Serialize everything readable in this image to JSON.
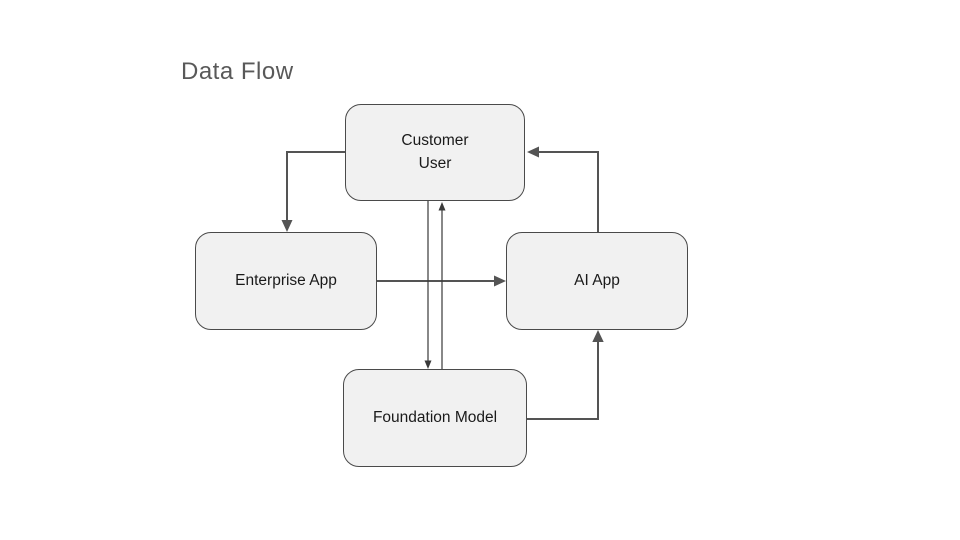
{
  "title": "Data Flow",
  "nodes": {
    "customer_user": {
      "lines": [
        "Customer",
        "User"
      ]
    },
    "enterprise_app": {
      "lines": [
        "Enterprise App"
      ]
    },
    "ai_app": {
      "lines": [
        "AI App"
      ]
    },
    "foundation_model": {
      "lines": [
        "Foundation Model"
      ]
    }
  },
  "edges": [
    {
      "from": "Customer User",
      "to": "Enterprise App",
      "style": "thick-elbow"
    },
    {
      "from": "Enterprise App",
      "to": "AI App",
      "style": "thick-straight"
    },
    {
      "from": "AI App",
      "to": "Customer User",
      "style": "thick-elbow"
    },
    {
      "from": "Foundation Model",
      "to": "AI App",
      "style": "thick-elbow"
    },
    {
      "from": "Customer User",
      "to": "Foundation Model",
      "style": "thin-straight"
    },
    {
      "from": "Foundation Model",
      "to": "Customer User",
      "style": "thin-straight"
    }
  ],
  "colors": {
    "background": "#ffffff",
    "node_fill": "#f1f1f1",
    "node_border": "#4a4a4a",
    "node_text": "#1a1a1a",
    "title_text": "#595959",
    "connector": "#545454",
    "thin_connector": "#3a3a3a"
  }
}
